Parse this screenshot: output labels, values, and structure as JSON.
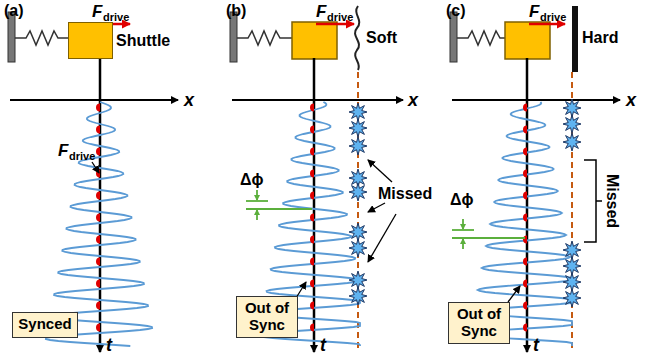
{
  "diagram": {
    "nodes": [
      {
        "text": [
          "Shuttle"
        ]
      },
      {
        "text": [
          "Synced"
        ]
      },
      {
        "text": [
          "Out of Sync"
        ]
      },
      {
        "text": [
          "Out of Sync"
        ]
      }
    ],
    "labels": [
      "(a)",
      "F",
      "drive",
      "x",
      "t",
      "F",
      "drive",
      "(b)",
      "F",
      "drive",
      "Soft",
      "x",
      "Δϕ",
      "Missed",
      "t",
      "(c)",
      "F",
      "drive",
      "Hard",
      "x",
      "Δϕ",
      "Missed",
      "t"
    ]
  }
}
